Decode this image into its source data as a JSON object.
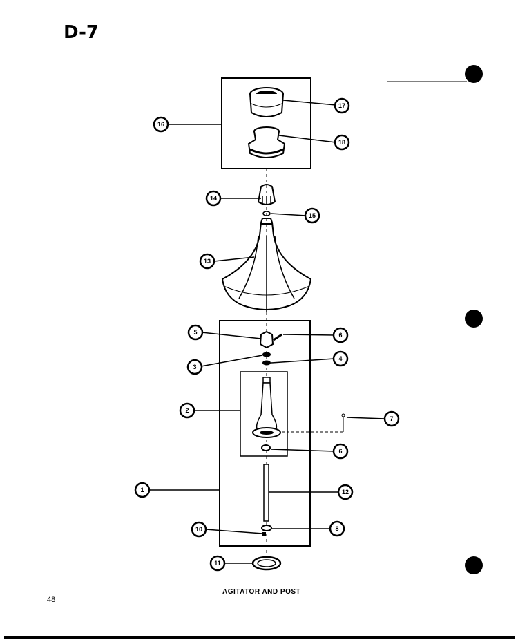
{
  "page": {
    "code": "D-7",
    "page_number": "48",
    "caption": "AGITATOR AND POST"
  },
  "callouts": [
    {
      "label": "17",
      "name": "callout-17"
    },
    {
      "label": "16",
      "name": "callout-16"
    },
    {
      "label": "18",
      "name": "callout-18"
    },
    {
      "label": "14",
      "name": "callout-14"
    },
    {
      "label": "15",
      "name": "callout-15"
    },
    {
      "label": "13",
      "name": "callout-13"
    },
    {
      "label": "5",
      "name": "callout-5"
    },
    {
      "label": "6",
      "name": "callout-6-upper"
    },
    {
      "label": "3",
      "name": "callout-3"
    },
    {
      "label": "4",
      "name": "callout-4"
    },
    {
      "label": "2",
      "name": "callout-2"
    },
    {
      "label": "7",
      "name": "callout-7"
    },
    {
      "label": "6",
      "name": "callout-6-lower"
    },
    {
      "label": "1",
      "name": "callout-1"
    },
    {
      "label": "12",
      "name": "callout-12"
    },
    {
      "label": "10",
      "name": "callout-10"
    },
    {
      "label": "8",
      "name": "callout-8"
    },
    {
      "label": "11",
      "name": "callout-11"
    }
  ]
}
